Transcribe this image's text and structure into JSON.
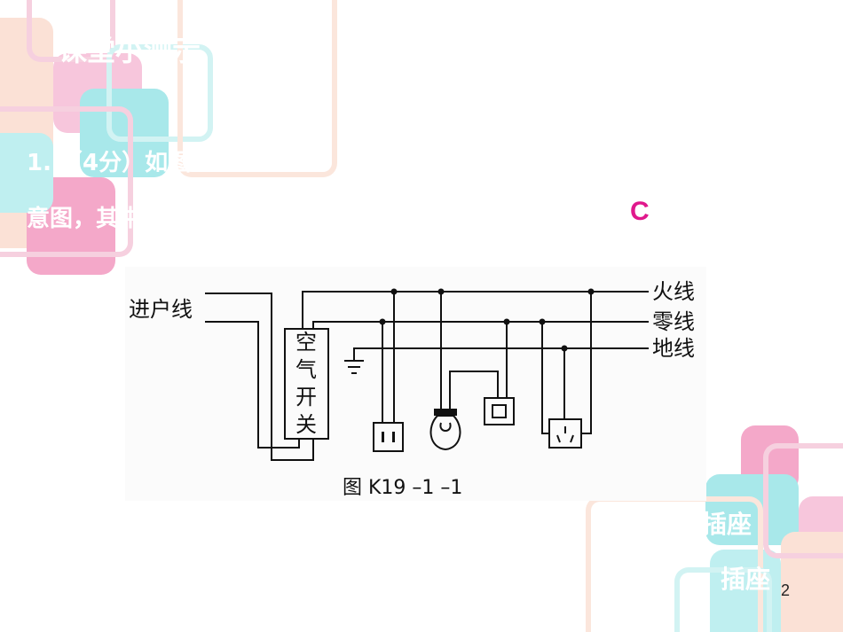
{
  "slide": {
    "heading": "课堂小测示",
    "question_line1": "1. （4分）如图K19-",
    "question_line2": "意图，其中",
    "answer": "C",
    "option_a": "两孔插座",
    "option_b": "插座",
    "page_number": "2"
  },
  "diagram": {
    "incoming_label": "进户线",
    "live_label": "火线",
    "neutral_label": "零线",
    "ground_label": "地线",
    "breaker_chars": [
      "空",
      "气",
      "开",
      "关"
    ],
    "caption": "图 K19 –1 –1"
  },
  "colors": {
    "answer": "#e0188c",
    "deco_pink": "#f4a8c9",
    "deco_cyan": "#a8e8ea"
  }
}
